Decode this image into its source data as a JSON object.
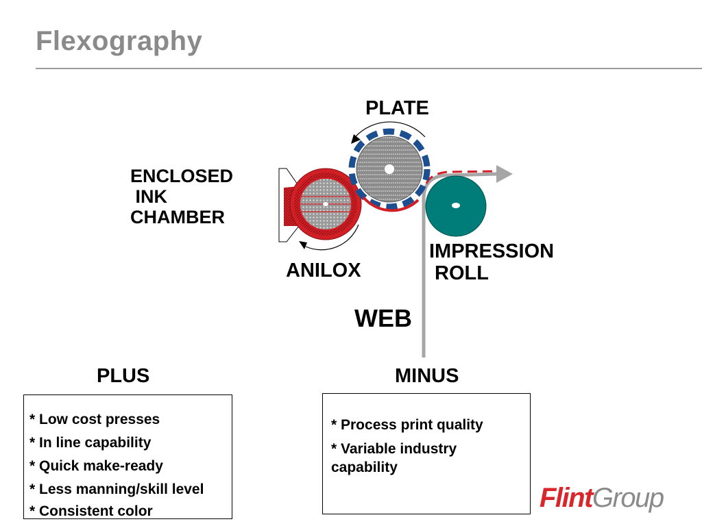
{
  "slide": {
    "title": "Flexography"
  },
  "diagram": {
    "plate_label": "PLATE",
    "enclosed_ink_chamber_label": "ENCLOSED\n INK\nCHAMBER",
    "anilox_label": "ANILOX",
    "impression_roll_label": "IMPRESSION\n ROLL",
    "web_label": "WEB",
    "colors": {
      "plate_roll": "#8c8c8c",
      "plate_sleeve": "#1c4f8f",
      "anilox_ink": "#d21f26",
      "impression_roll": "#007d78",
      "web": "#a6a6a6",
      "ink_film": "#d21f26"
    }
  },
  "plus": {
    "heading": "PLUS",
    "items": [
      "* Low cost presses",
      "* In line capability",
      "* Quick make-ready",
      "* Less manning/skill level",
      "* Consistent color"
    ]
  },
  "minus": {
    "heading": "MINUS",
    "items": [
      "* Process print quality",
      "* Variable industry\ncapability"
    ]
  },
  "branding": {
    "logo_part1": "Flint",
    "logo_part2": "Group"
  }
}
